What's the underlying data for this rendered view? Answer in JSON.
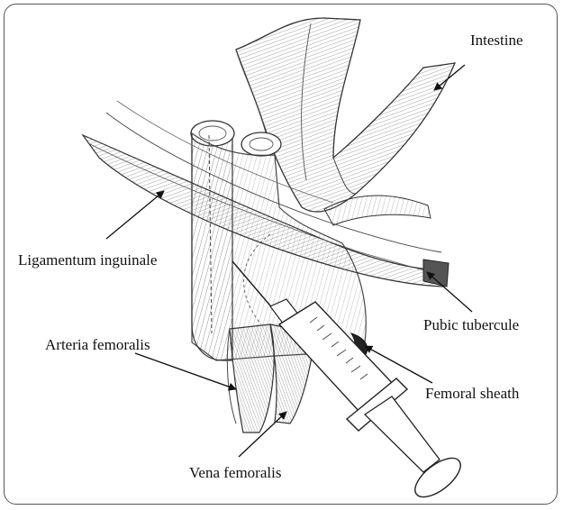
{
  "labels": {
    "intestine": "Intestine",
    "ligamentum_inguinale": "Ligamentum inguinale",
    "pubic_tubercule": "Pubic tubercule",
    "arteria_femoralis": "Arteria femoralis",
    "femoral_sheath": "Femoral sheath",
    "vena_femoralis": "Vena femoralis"
  }
}
